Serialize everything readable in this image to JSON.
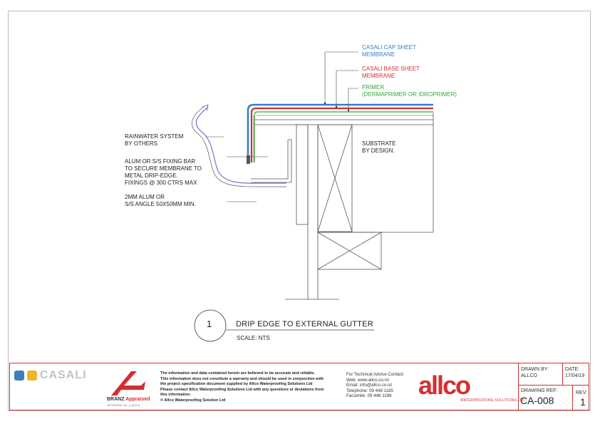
{
  "labels": {
    "cap_sheet": [
      "CASALI CAP SHEET",
      "MEMBRANE"
    ],
    "base_sheet": [
      "CASALI BASE SHEET",
      "MEMBRANE"
    ],
    "primer": [
      "PRIMER",
      "(DERMAPRIMER OR IDROPRIMER)"
    ],
    "rainwater": [
      "RAINWATER SYSTEM",
      "BY OTHERS"
    ],
    "fixing_bar": [
      "ALUM OR S/S FIXING BAR",
      "TO SECURE MEMBRANE TO",
      "METAL DRIP-EDGE.",
      "FIXINGS @ 300 CTRS MAX"
    ],
    "angle": [
      "2MM ALUM OR",
      "S/S ANGLE 50X50MM MIN."
    ],
    "substrate": [
      "SUBSTRATE",
      "BY DESIGN."
    ]
  },
  "detail_title": {
    "number": "1",
    "name": "DRIP EDGE TO EXTERNAL GUTTER",
    "scale": "SCALE: NTS"
  },
  "title_block": {
    "casali_name": "CASALI",
    "branz_label": "BRANZ",
    "branz_appraised": "Appraised",
    "branz_number": "APPRAISAL No. [  ] [2017]",
    "disclaimer": [
      "The information and data contained herein are believed to be accurate and reliable.",
      "This information does not constitute a warranty and should be used in conjunction with",
      "the project specification document supplied by Allco Waterproofing Solutions Ltd",
      "Please contact Allco Waterproofing Solutions Ltd with any questions or deviations from",
      "this information.",
      "© Allco Waterproofing Solution Ltd"
    ],
    "contact": [
      "For Technical Advice Contact:",
      "Web: www.allco.co.nz",
      "Email: info@allco.co.nz",
      "Telephone: 09 448 1185",
      "Facsimile: 09 448 1186"
    ],
    "allco_name": "allco",
    "allco_tagline": "WATERPROOFING SOLUTIONS LTD",
    "drawn_by_label": "DRAWN BY:",
    "drawn_by_value": "ALLCO",
    "date_label": "DATE:",
    "date_value": "17/04/19",
    "drawing_ref_label": "DRAWING REF:",
    "drawing_ref_value": "CA-008",
    "rev_label": "REV:",
    "rev_value": "1"
  },
  "colors": {
    "cap_sheet": "#2f7fd1",
    "base_sheet": "#d32f2f",
    "primer": "#2faa3a",
    "gutter": "#7b6fd6",
    "border_red": "#d32f2f"
  }
}
